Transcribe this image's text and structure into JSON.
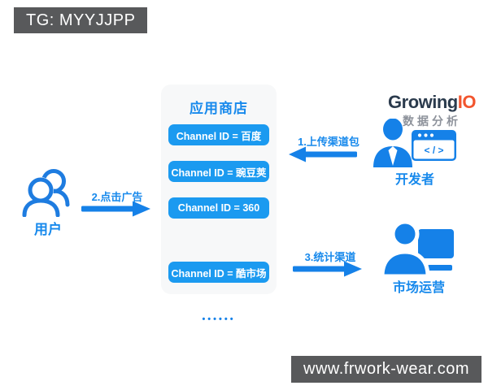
{
  "watermarks": {
    "top_left": "TG: MYYJJPP",
    "bottom_right": "www.frwork-wear.com"
  },
  "brand": {
    "name": "Growing",
    "suffix": "IO",
    "subtitle": "数据分析"
  },
  "actors": {
    "user": {
      "label": "用户"
    },
    "developer": {
      "label": "开发者",
      "code_glyph": "< / >"
    },
    "marketing": {
      "label": "市场运营"
    }
  },
  "app_store": {
    "title": "应用商店",
    "channels": [
      "Channel ID = 百度",
      "Channel ID = 豌豆荚",
      "Channel ID = 360",
      "Channel ID = 酷市场"
    ],
    "ellipsis": "••••••"
  },
  "flows": [
    {
      "label": "1.上传渠道包",
      "direction": "left"
    },
    {
      "label": "2.点击广告",
      "direction": "right"
    },
    {
      "label": "3.统计渠道",
      "direction": "right"
    }
  ],
  "colors": {
    "chip_blue": "#1b9af0",
    "icon_blue": "#1581e8",
    "label_blue": "#1789ec",
    "logo_navy": "#2b3b4d",
    "logo_orange": "#f2552e",
    "subtitle_gray": "#8d929b",
    "badge_gray": "#58595b",
    "panel_bg": "#f7f8f9"
  }
}
